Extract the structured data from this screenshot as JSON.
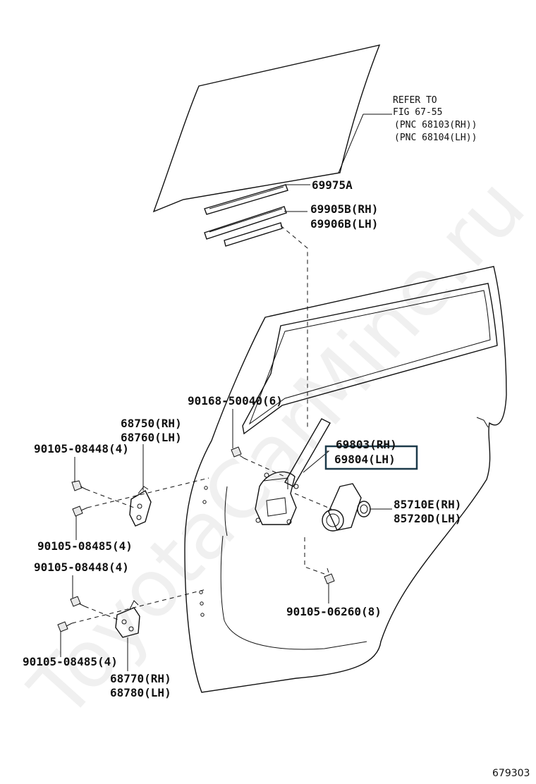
{
  "watermark": "ToyotaCarMine.ru",
  "figure_id": "679303",
  "callouts": {
    "refer": [
      "REFER TO",
      "FIG 67-55",
      "(PNC 68103(RH))",
      "(PNC 68104(LH))"
    ],
    "run_channel": "69975A",
    "weatherstrip": [
      "69905B(RH)",
      "69906B(LH)"
    ],
    "screw_regulator": "90168-50040(6)",
    "regulator": [
      "69803(RH)",
      "69804(LH)"
    ],
    "upper_hinge": [
      "68750(RH)",
      "68760(LH)"
    ],
    "bolt_upper_a": "90105-08448(4)",
    "bolt_upper_b": "90105-08485(4)",
    "motor": [
      "85710E(RH)",
      "85720D(LH)"
    ],
    "bolt_lower_a": "90105-08448(4)",
    "bolt_motor": "90105-06260(8)",
    "bolt_lower_b": "90105-08485(4)",
    "lower_hinge": [
      "68770(RH)",
      "68780(LH)"
    ]
  },
  "highlighted_part": "69804(LH)",
  "colors": {
    "highlight_box": "#1c3a4a",
    "ink": "#111111"
  }
}
